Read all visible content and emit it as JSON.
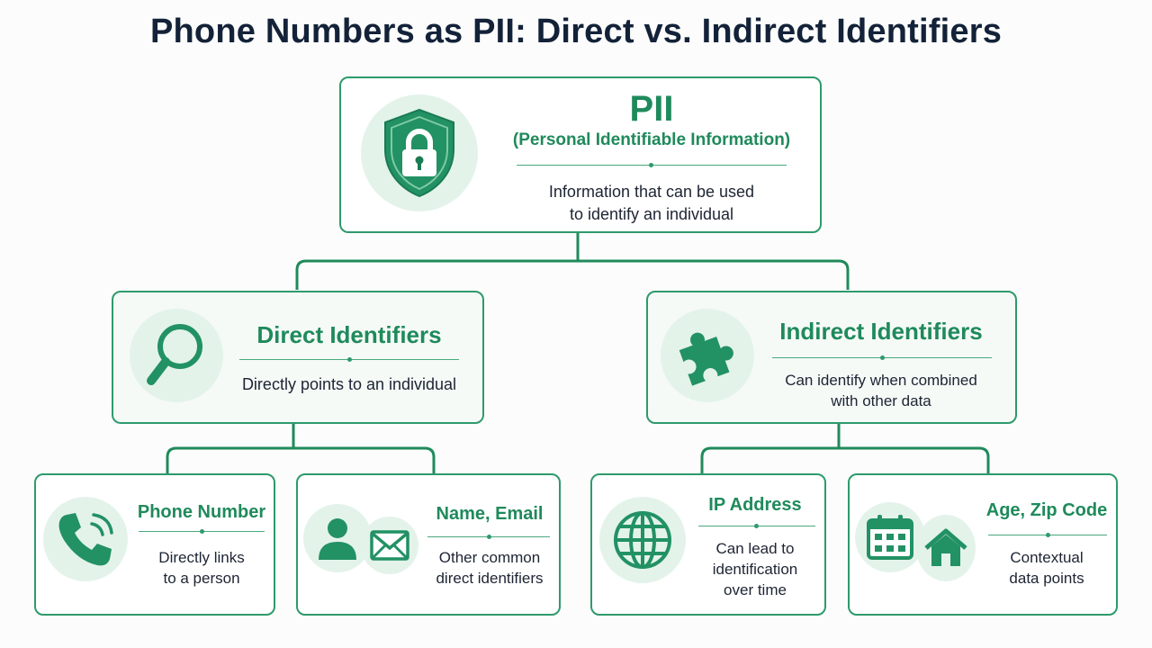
{
  "title": "Phone Numbers as PII: Direct vs. Indirect Identifiers",
  "colors": {
    "accent": "#1f8a5b",
    "border": "#2e9a6c",
    "icon_bg": "#e3f3ea",
    "title": "#132238"
  },
  "root": {
    "heading": "PII",
    "subheading": "(Personal Identifiable Information)",
    "description_lines": [
      "Information that can be used",
      "to identify an individual"
    ],
    "icon": "shield-lock-icon"
  },
  "direct": {
    "heading": "Direct Identifiers",
    "description_lines": [
      "Directly points to an individual"
    ],
    "icon": "magnifier-icon",
    "children": [
      {
        "heading": "Phone Number",
        "description_lines": [
          "Directly links",
          "to a person"
        ],
        "icons": [
          "phone-icon"
        ]
      },
      {
        "heading": "Name, Email",
        "description_lines": [
          "Other common",
          "direct identifiers"
        ],
        "icons": [
          "user-icon",
          "envelope-icon"
        ]
      }
    ]
  },
  "indirect": {
    "heading": "Indirect Identifiers",
    "description_lines": [
      "Can identify when combined",
      "with other data"
    ],
    "icon": "puzzle-icon",
    "children": [
      {
        "heading": "IP Address",
        "description_lines": [
          "Can lead to",
          "identification",
          "over time"
        ],
        "icons": [
          "globe-icon"
        ]
      },
      {
        "heading": "Age, Zip Code",
        "description_lines": [
          "Contextual",
          "data points"
        ],
        "icons": [
          "calendar-icon",
          "house-icon"
        ]
      }
    ]
  }
}
